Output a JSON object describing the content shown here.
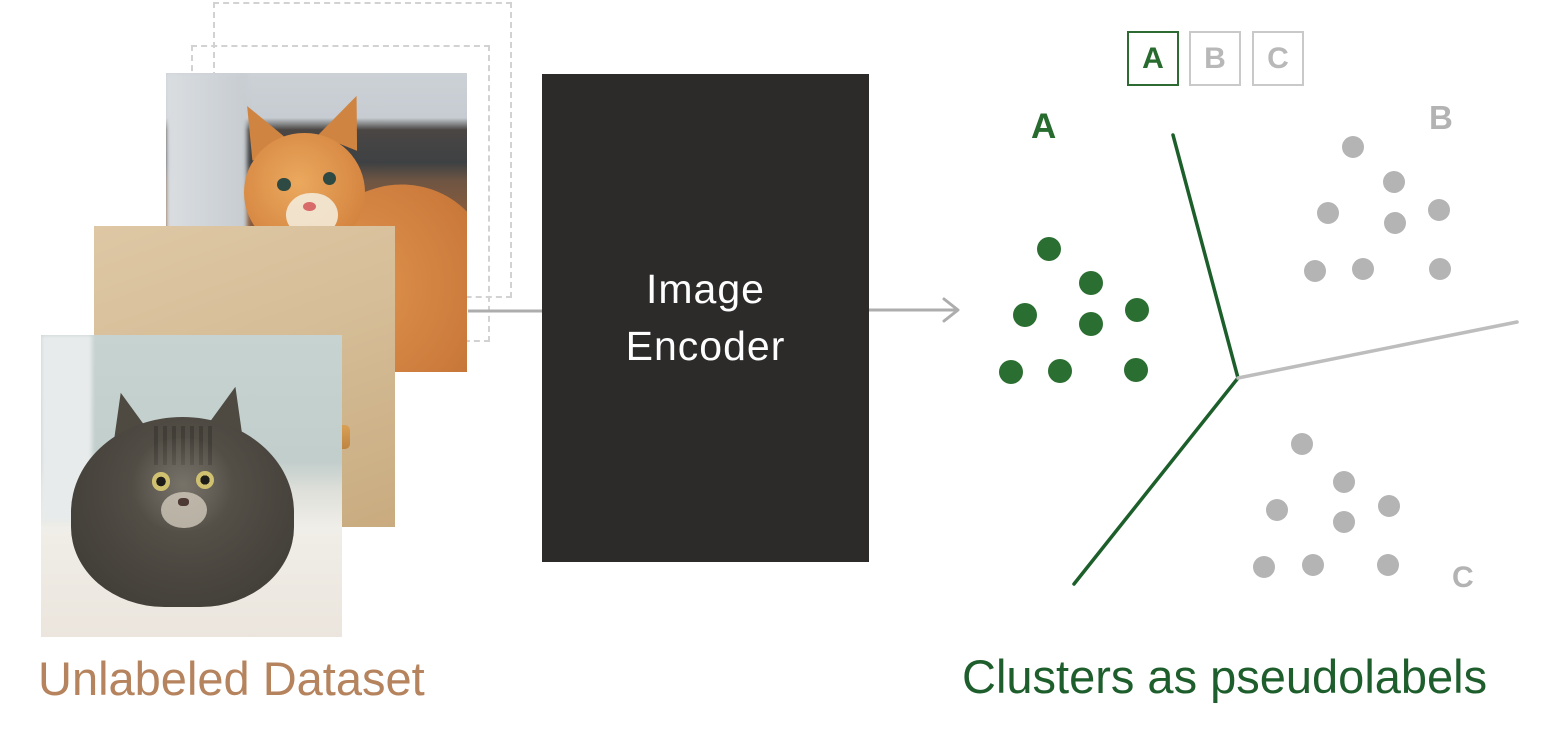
{
  "colors": {
    "green_dot": "#2b6e31",
    "green_line": "#1d5f2b",
    "green_text": "#1e5e2c",
    "gray_dot": "#b4b4b4",
    "gray_line": "#bdbdbd",
    "gray_text": "#b3b3b3",
    "arrow": "#adadad",
    "brown_text": "#b5835d",
    "encoder_bg": "#2d2b2a",
    "dashed_border": "#d2d2d2"
  },
  "dataset_panel": {
    "caption": "Unlabeled Dataset",
    "photos": [
      {
        "name": "orange-cat-photo"
      },
      {
        "name": "beige-cat-on-chair-photo"
      },
      {
        "name": "gray-tabby-cat-photo"
      }
    ],
    "placeholder_rects": 2
  },
  "encoder": {
    "line1": "Image",
    "line2": "Encoder"
  },
  "legend": {
    "items": [
      {
        "label": "A",
        "active": true
      },
      {
        "label": "B",
        "active": false
      },
      {
        "label": "C",
        "active": false
      }
    ]
  },
  "cluster_plot": {
    "caption": "Clusters as pseudolabels",
    "groups": [
      {
        "label": "A",
        "color_key": "green_dot",
        "dot_radius": 12,
        "dots": [
          [
            1049,
            249
          ],
          [
            1091,
            283
          ],
          [
            1025,
            315
          ],
          [
            1091,
            324
          ],
          [
            1137,
            310
          ],
          [
            1011,
            372
          ],
          [
            1060,
            371
          ],
          [
            1136,
            370
          ]
        ]
      },
      {
        "label": "B",
        "color_key": "gray_dot",
        "dot_radius": 11,
        "dots": [
          [
            1353,
            147
          ],
          [
            1394,
            182
          ],
          [
            1328,
            213
          ],
          [
            1395,
            223
          ],
          [
            1439,
            210
          ],
          [
            1315,
            271
          ],
          [
            1363,
            269
          ],
          [
            1440,
            269
          ]
        ]
      },
      {
        "label": "C",
        "color_key": "gray_dot",
        "dot_radius": 11,
        "dots": [
          [
            1302,
            444
          ],
          [
            1344,
            482
          ],
          [
            1277,
            510
          ],
          [
            1344,
            522
          ],
          [
            1389,
            506
          ],
          [
            1264,
            567
          ],
          [
            1313,
            565
          ],
          [
            1388,
            565
          ]
        ]
      }
    ],
    "boundaries": [
      {
        "color_key": "green_line",
        "from": [
          1173,
          135
        ],
        "to": [
          1238,
          378
        ],
        "width": 3.5
      },
      {
        "color_key": "green_line",
        "from": [
          1238,
          378
        ],
        "to": [
          1074,
          584
        ],
        "width": 3.5
      },
      {
        "color_key": "gray_line",
        "from": [
          1238,
          378
        ],
        "to": [
          1517,
          322
        ],
        "width": 3.5
      }
    ]
  },
  "arrows": [
    {
      "from": [
        468,
        311
      ],
      "to": [
        542,
        311
      ],
      "head": false
    },
    {
      "from": [
        869,
        310
      ],
      "to": [
        956,
        310
      ],
      "head": true
    }
  ]
}
